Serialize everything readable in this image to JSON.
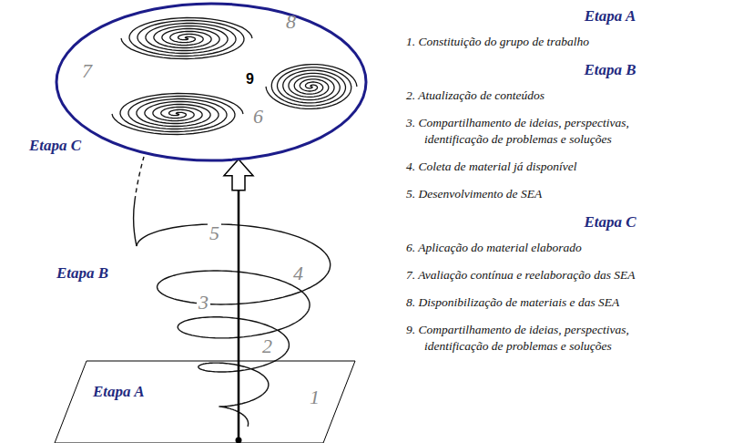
{
  "diagram": {
    "nodes": [
      {
        "text": [
          "8",
          "7",
          "9",
          "6",
          "Etapa C"
        ]
      },
      {
        "text": [
          "Etapa A",
          "1"
        ]
      }
    ],
    "edges": [
      {
        "from": 1,
        "to": 0,
        "arrow": "to"
      }
    ],
    "labels": [
      "Etapa B",
      "5",
      "4",
      "3",
      "2",
      "Etapa A",
      "1. Constituição do grupo de trabalho",
      "Etapa B",
      "2. Atualização de conteúdos",
      "3. Compartilhamento de ideias, perspectivas, identificação de problemas e soluções",
      "4. Coleta de material já disponível",
      "5. Desenvolvimento de SEA",
      "Etapa C",
      "6. Aplicação do material elaborado",
      "7. Avaliação contínua e reelaboração das SEA",
      "8. Disponibilização de materiais e das SEA",
      "9. Compartilhamento de ideias, perspectivas, identificação de problemas e soluções"
    ]
  }
}
